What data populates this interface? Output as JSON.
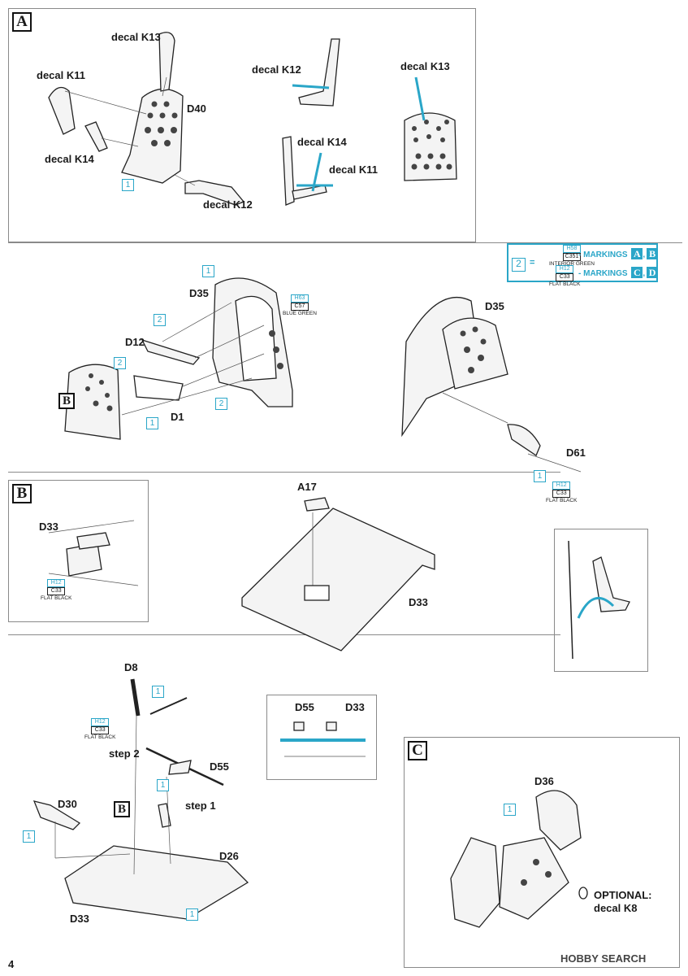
{
  "sections": {
    "a": "A",
    "b": "B",
    "c": "C"
  },
  "section_a": {
    "decal_k13_left": "decal K13",
    "decal_k11_left": "decal K11",
    "decal_k14_left": "decal K14",
    "decal_k12_bottom": "decal K12",
    "part_d40": "D40",
    "decal_k12_mid": "decal K12",
    "decal_k14_mid": "decal K14",
    "decal_k11_mid": "decal K11",
    "decal_k13_right": "decal K13",
    "callout": "1"
  },
  "legend": {
    "key": "2",
    "equals": "=",
    "row1_code": "H58",
    "row1_c": "C351",
    "row1_name": "INTERIOR GREEN",
    "row1_text": "- MARKINGS",
    "row1_m1": "A",
    "row1_sep": ",",
    "row1_m2": "B",
    "row2_code": "H12",
    "row2_c": "C33",
    "row2_name": "FLAT BLACK",
    "row2_text": "- MARKINGS",
    "row2_m1": "C",
    "row2_sep": ",",
    "row2_m2": "D"
  },
  "middle": {
    "d35_left": "D35",
    "d12": "D12",
    "d1": "D1",
    "paint_code": "H63",
    "paint_c": "C57",
    "paint_name": "BLUE GREEN",
    "callout_1": "1",
    "callout_2": "2",
    "marker_b": "B",
    "d35_right": "D35",
    "d61": "D61",
    "d61_code": "H12",
    "d61_c": "C33",
    "d61_name": "FLAT BLACK"
  },
  "section_b": {
    "d33": "D33",
    "code": "H12",
    "c": "C33",
    "name": "FLAT BLACK"
  },
  "floor": {
    "a17": "A17",
    "d33": "D33"
  },
  "lower": {
    "d8": "D8",
    "code": "H12",
    "c": "C33",
    "name": "FLAT BLACK",
    "step2": "step 2",
    "step1": "step 1",
    "d55": "D55",
    "d30": "D30",
    "marker_b": "B",
    "d26": "D26",
    "d33": "D33",
    "inset_d55": "D55",
    "inset_d33": "D33"
  },
  "section_c": {
    "d36": "D36",
    "optional": "OPTIONAL:",
    "decal": "decal K8"
  },
  "page_number": "4",
  "watermark": "HOBBY SEARCH"
}
